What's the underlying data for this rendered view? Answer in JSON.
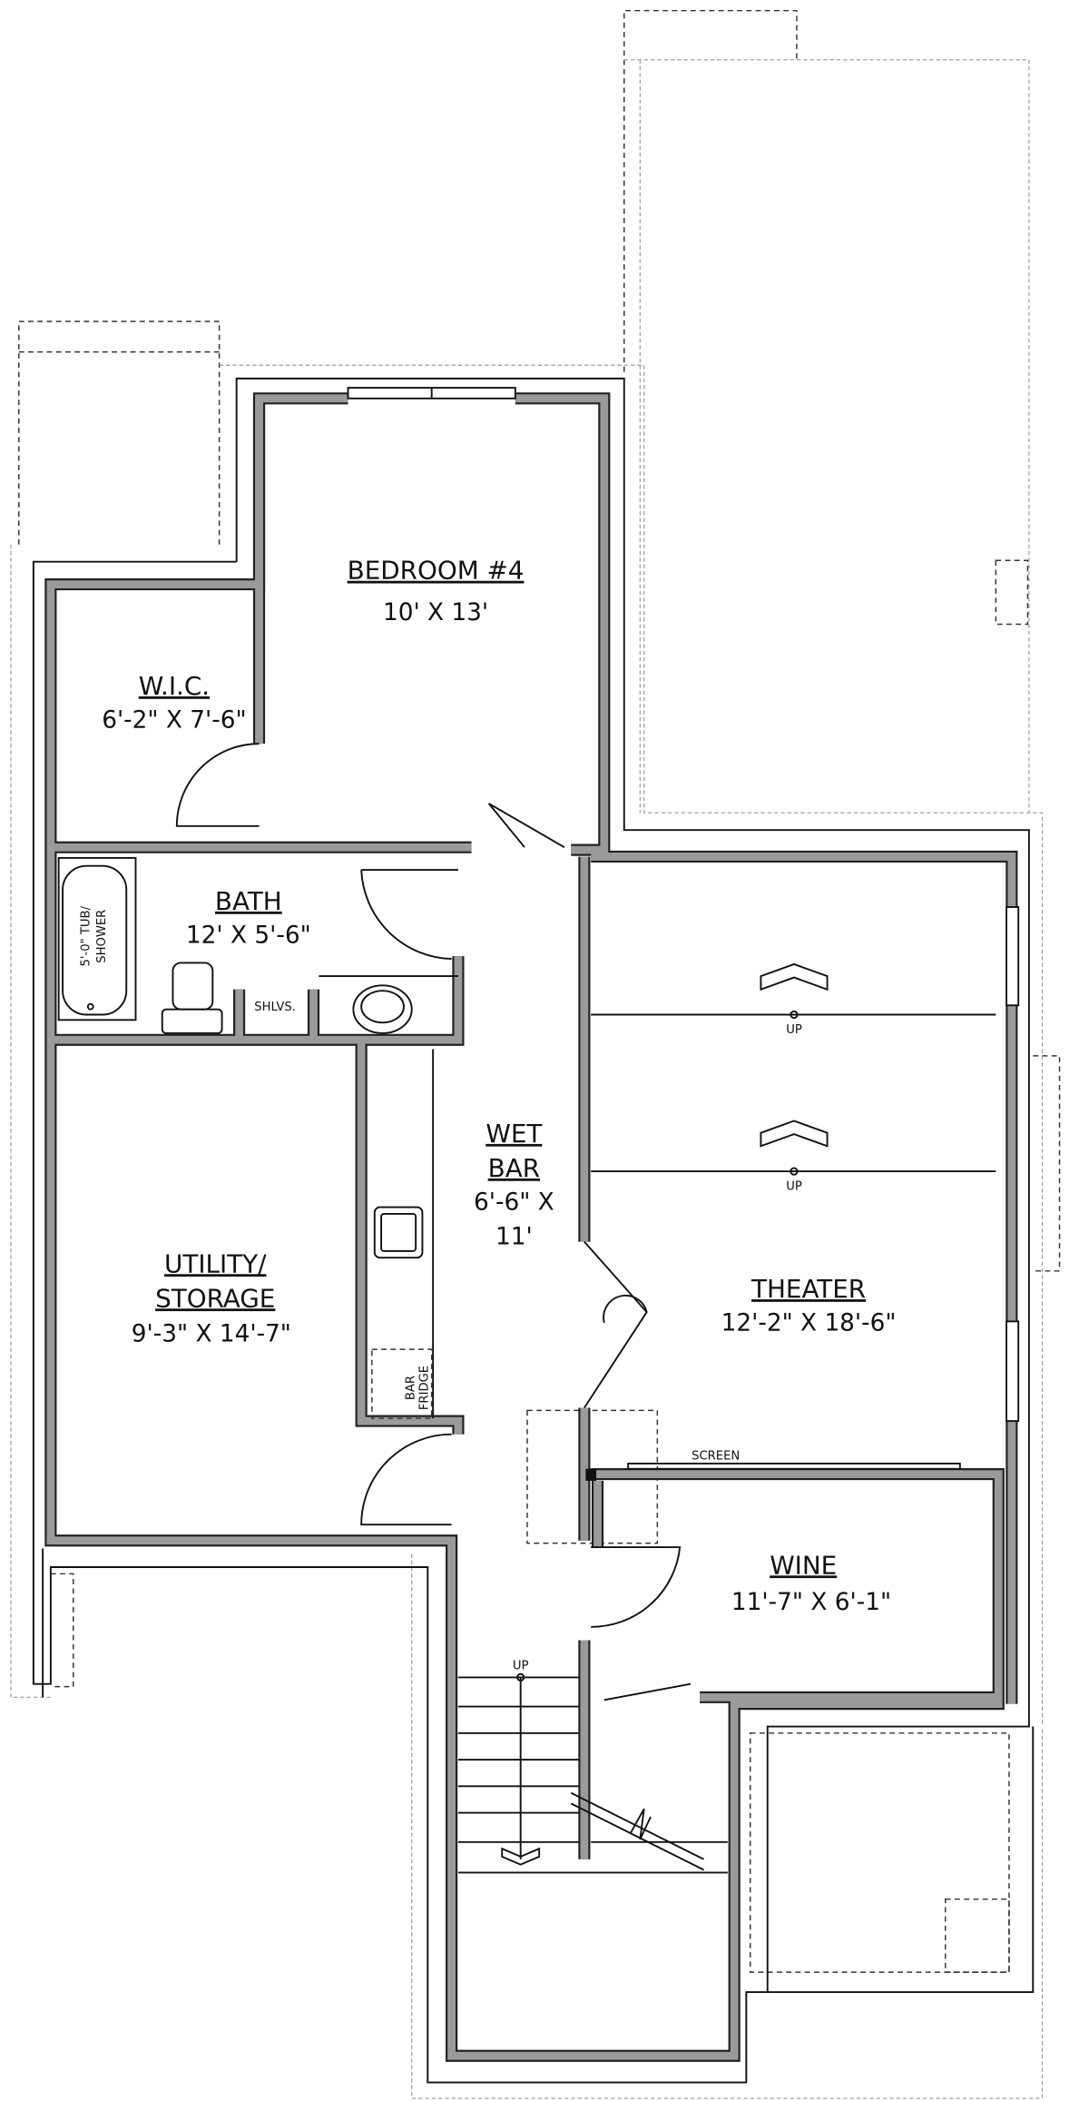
{
  "rooms": {
    "bedroom": {
      "name": "BEDROOM #4",
      "size": "10' X 13'"
    },
    "wic": {
      "name": "W.I.C.",
      "size": "6'-2\" X 7'-6\""
    },
    "bath": {
      "name": "BATH",
      "size": "12' X 5'-6\""
    },
    "wet_bar": {
      "name_line1": "WET",
      "name_line2": "BAR",
      "size_line1": "6'-6\" X",
      "size_line2": "11'"
    },
    "utility": {
      "name_line1": "UTILITY/",
      "name_line2": "STORAGE",
      "size": "9'-3\" X 14'-7\""
    },
    "theater": {
      "name": "THEATER",
      "size": "12'-2\" X 18'-6\""
    },
    "wine": {
      "name": "WINE",
      "size": "11'-7\" X 6'-1\""
    }
  },
  "fixtures": {
    "tub_line1": "5'-0\" TUB/",
    "tub_line2": "SHOWER",
    "shelves": "SHLVS.",
    "bar_fridge_line1": "BAR",
    "bar_fridge_line2": "FRIDGE",
    "screen": "SCREEN",
    "riser_up_1": "UP",
    "riser_up_2": "UP",
    "stair_up": "UP"
  },
  "colors": {
    "wall_fill": "#9a9a9a",
    "wall_outline": "#222222"
  }
}
